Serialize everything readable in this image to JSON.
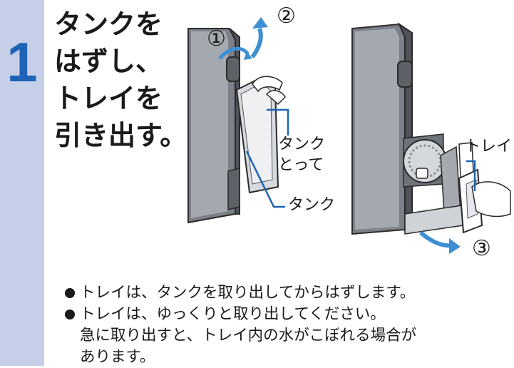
{
  "step": {
    "number": "1",
    "title_lines": [
      "タンクを",
      "はずし、",
      "トレイを",
      "引き出す。"
    ]
  },
  "illustration": {
    "markers": [
      "①",
      "②",
      "③"
    ],
    "labels": {
      "tank_handle_line1": "タンク",
      "tank_handle_line2": "とって",
      "tank": "タンク",
      "tray": "トレイ"
    },
    "colors": {
      "accent": "#1e63b6",
      "arrow": "#3d8fd1",
      "panel": "#c5d0e8"
    }
  },
  "notes": [
    {
      "lines": [
        "トレイは、タンクを取り出してからはずします。"
      ]
    },
    {
      "lines": [
        "トレイは、ゆっくりと取り出してください。",
        "急に取り出すと、トレイ内の水がこぼれる場合が",
        "あります。"
      ]
    }
  ]
}
